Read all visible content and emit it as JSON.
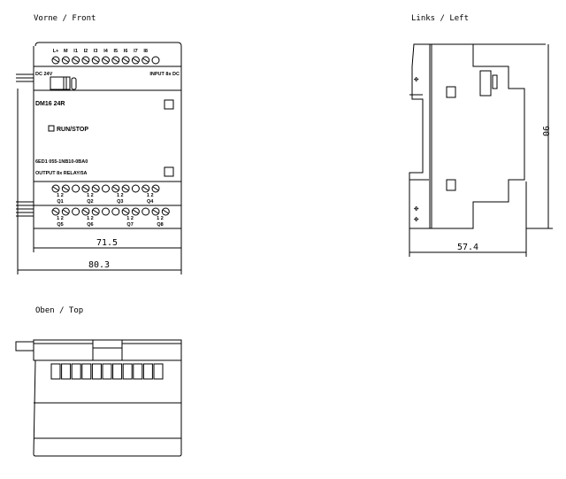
{
  "views": {
    "front": {
      "title": "Vorne / Front",
      "input_terminals": [
        "L+",
        "M",
        "I1",
        "I2",
        "I3",
        "I4",
        "I5",
        "I6",
        "I7",
        "I8"
      ],
      "supply_label": "DC 24V",
      "input_label": "INPUT 8x DC",
      "model": "DM16 24R",
      "run_stop": "RUN/STOP",
      "part_number": "6ED1 055-1NB10-0BA0",
      "output_label": "OUTPUT 8x RELAY/5A",
      "outputs_row1": [
        "Q1",
        "Q2",
        "Q3",
        "Q4"
      ],
      "outputs_row2": [
        "Q5",
        "Q6",
        "Q7",
        "Q8"
      ],
      "contact_label": "1 2",
      "dim_inner": "71.5",
      "dim_outer": "80.3"
    },
    "left": {
      "title": "Links / Left",
      "dim_height": "90",
      "dim_depth": "57.4"
    },
    "top": {
      "title": "Oben / Top"
    }
  }
}
